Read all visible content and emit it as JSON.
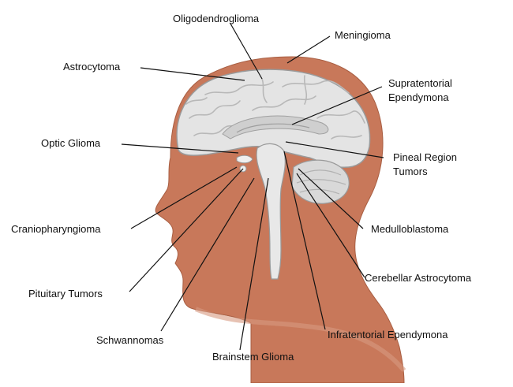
{
  "labels": {
    "oligodendroglioma": "Oligodendroglioma",
    "meningioma": "Meningioma",
    "astrocytoma": "Astrocytoma",
    "supratentorial_1": "Supratentorial",
    "supratentorial_2": "Ependymona",
    "optic_glioma": "Optic Glioma",
    "pineal_1": "Pineal Region",
    "pineal_2": "Tumors",
    "craniopharyngioma": "Craniopharyngioma",
    "medulloblastoma": "Medulloblastoma",
    "pituitary": "Pituitary Tumors",
    "cerebellar": "Cerebellar Astrocytoma",
    "schwannomas": "Schwannomas",
    "infratentorial": "Infratentorial Ependymona",
    "brainstem": "Brainstem Glioma"
  },
  "colors": {
    "skin": "#c8785a",
    "skin_dark": "#b9694c",
    "brain": "#e4e4e4",
    "brain_fold": "#b8b8b8",
    "line": "#111111"
  }
}
